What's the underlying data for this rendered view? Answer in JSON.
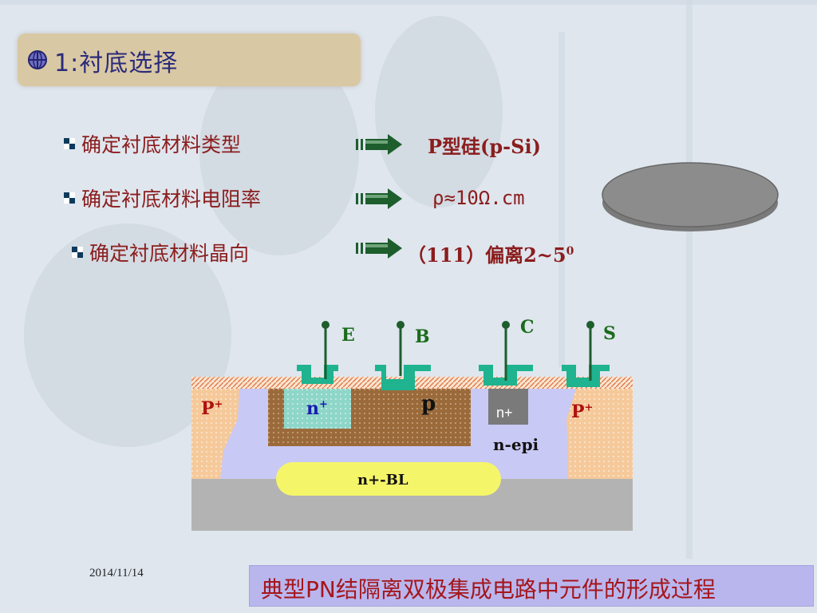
{
  "slide": {
    "title": "1:衬底选择",
    "rows": [
      {
        "label": "确定衬底材料类型",
        "value": "P型硅(p-Si)"
      },
      {
        "label": "确定衬底材料电阻率",
        "value": "ρ≈10Ω.cm"
      },
      {
        "label": "确定衬底材料晶向",
        "value": "（111）偏离2~5",
        "value_sup": "0"
      }
    ],
    "diagram": {
      "terminals": [
        "E",
        "B",
        "C",
        "S"
      ],
      "regions": {
        "p_plus_left": "P",
        "p_plus_left_sup": "+",
        "n_plus_emitter": "n",
        "n_plus_emitter_sup": "+",
        "p_base": "p",
        "n_plus_collector": "n+",
        "n_epi": "n-epi",
        "p_plus_right": "P",
        "p_plus_right_sup": "+",
        "buried_layer": "n+-BL"
      }
    },
    "date": "2014/11/14",
    "caption": "典型PN结隔离双极集成电路中元件的形成过程"
  },
  "colors": {
    "title_text": "#2b2b7a",
    "label_text": "#8b1d1d",
    "caption_bg": "#b9b6ee",
    "caption_text": "#a5161b",
    "metal": "#1fb38f",
    "lead": "#1d5e2c",
    "terminal_text": "#1a6b1a",
    "p_plus": "#f5c99a",
    "n_epi": "#c9c9f5",
    "p_base": "#9b6a3b",
    "n_plus_emitter": "#8ed6c8",
    "n_plus_collector": "#7a7a7a",
    "buried_layer": "#f5f56a",
    "substrate": "#b3b3b3"
  },
  "icons": {
    "title": "globe-icon",
    "bullet": "checker-square-icon",
    "arrow": "striped-right-arrow-icon"
  }
}
